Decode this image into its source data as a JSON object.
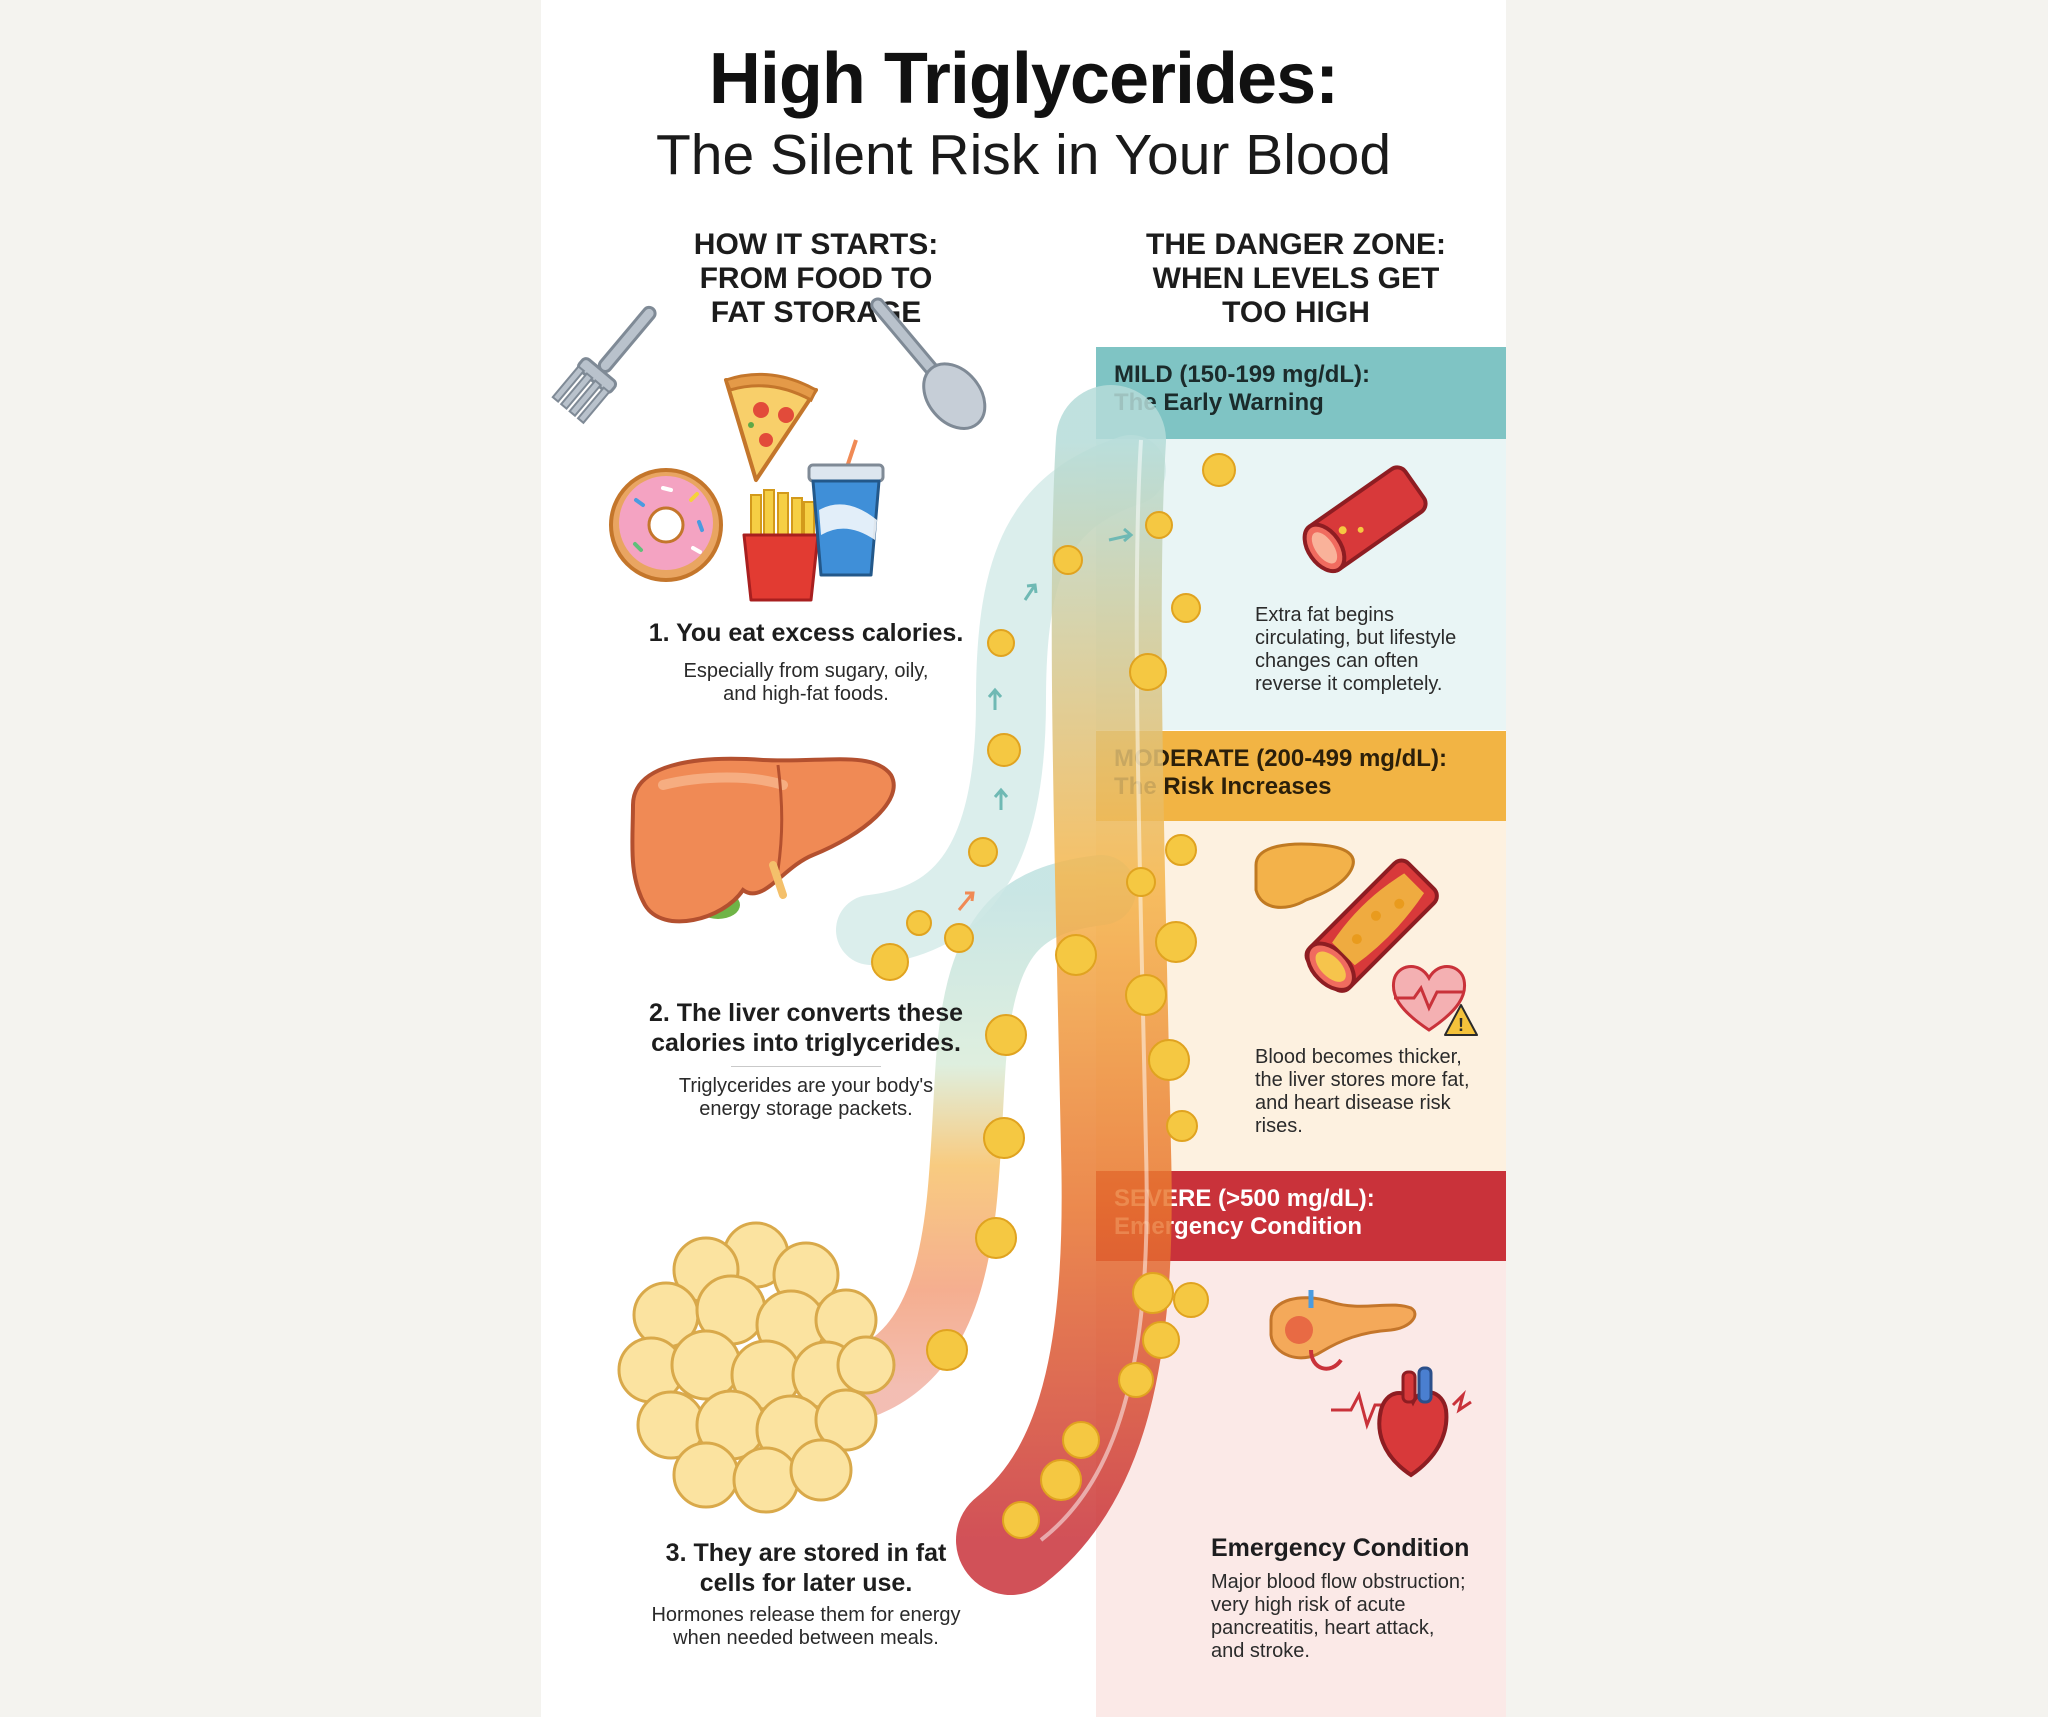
{
  "title": "High Triglycerides:",
  "subtitle": "The Silent Risk in Your Blood",
  "left_column": {
    "heading_lines": [
      "HOW IT STARTS:",
      "FROM FOOD TO",
      "FAT STORAGE"
    ],
    "steps": [
      {
        "title_lines": [
          "1. You eat excess calories."
        ],
        "text_lines": [
          "Especially from sugary, oily,",
          "and high-fat foods."
        ]
      },
      {
        "title_lines": [
          "2. The liver converts these",
          "calories into triglycerides."
        ],
        "text_lines": [
          "Triglycerides are your body's",
          "energy storage packets."
        ]
      },
      {
        "title_lines": [
          "3. They are stored in fat",
          "cells for later use."
        ],
        "text_lines": [
          "Hormones release them for energy",
          "when needed between meals."
        ]
      }
    ]
  },
  "right_column": {
    "heading_lines": [
      "THE DANGER ZONE:",
      "WHEN LEVELS GET",
      "TOO HIGH"
    ],
    "levels": [
      {
        "label": "MILD (150-199 mg/dL):",
        "sublabel": "The Early Warning",
        "color": "#7fc4c4",
        "bg": "#e9f5f5",
        "desc_lines": [
          "Extra fat begins",
          "circulating, but lifestyle",
          "changes can often",
          "reverse it completely."
        ]
      },
      {
        "label": "MODERATE (200-499 mg/dL):",
        "sublabel": "The Risk Increases",
        "color": "#f2b444",
        "bg": "#fdf1e0",
        "desc_lines": [
          "Blood becomes thicker,",
          "the liver stores more fat,",
          "and heart disease risk",
          "rises."
        ]
      },
      {
        "label": "SEVERE (>500 mg/dL):",
        "sublabel": "Emergency Condition",
        "color": "#c9323a",
        "bg": "#fbe9e7",
        "desc_title": "Emergency Condition",
        "desc_lines": [
          "Major blood flow obstruction;",
          "very high risk of acute",
          "pancreatitis, heart attack,",
          "and stroke."
        ]
      }
    ]
  },
  "colors": {
    "blood_red": "#c9323a",
    "fat_yellow": "#f5c842",
    "liver_orange": "#f08a55",
    "mild_teal": "#7fc4c4",
    "moderate_amber": "#f2b444"
  },
  "icons": [
    "fork-icon",
    "spoon-icon",
    "pizza-icon",
    "donut-icon",
    "fries-icon",
    "soda-cup-icon",
    "liver-icon",
    "fat-cells-icon",
    "artery-icon",
    "heart-warning-icon",
    "pancreas-icon",
    "heart-icon"
  ]
}
